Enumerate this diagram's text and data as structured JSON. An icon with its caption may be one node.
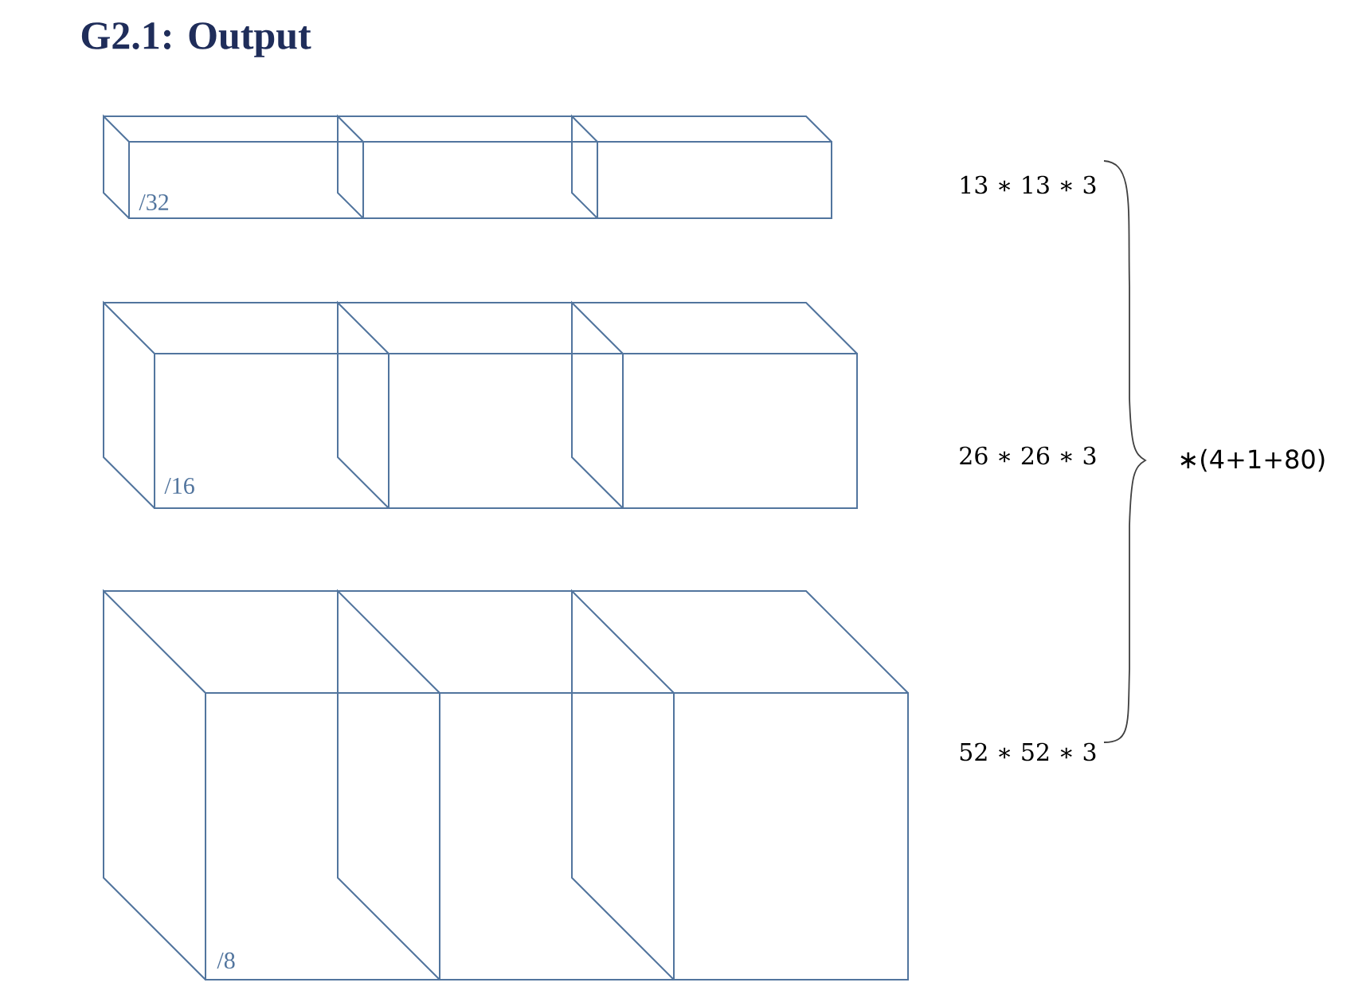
{
  "diagram": {
    "title": "G2.1: Output",
    "labels": [
      "/32",
      "13 ∗ 13 ∗ 3",
      "/16",
      "26 ∗ 26 ∗ 3",
      "∗(4+1+80)",
      "/8",
      "52 ∗ 52 ∗ 3"
    ]
  }
}
